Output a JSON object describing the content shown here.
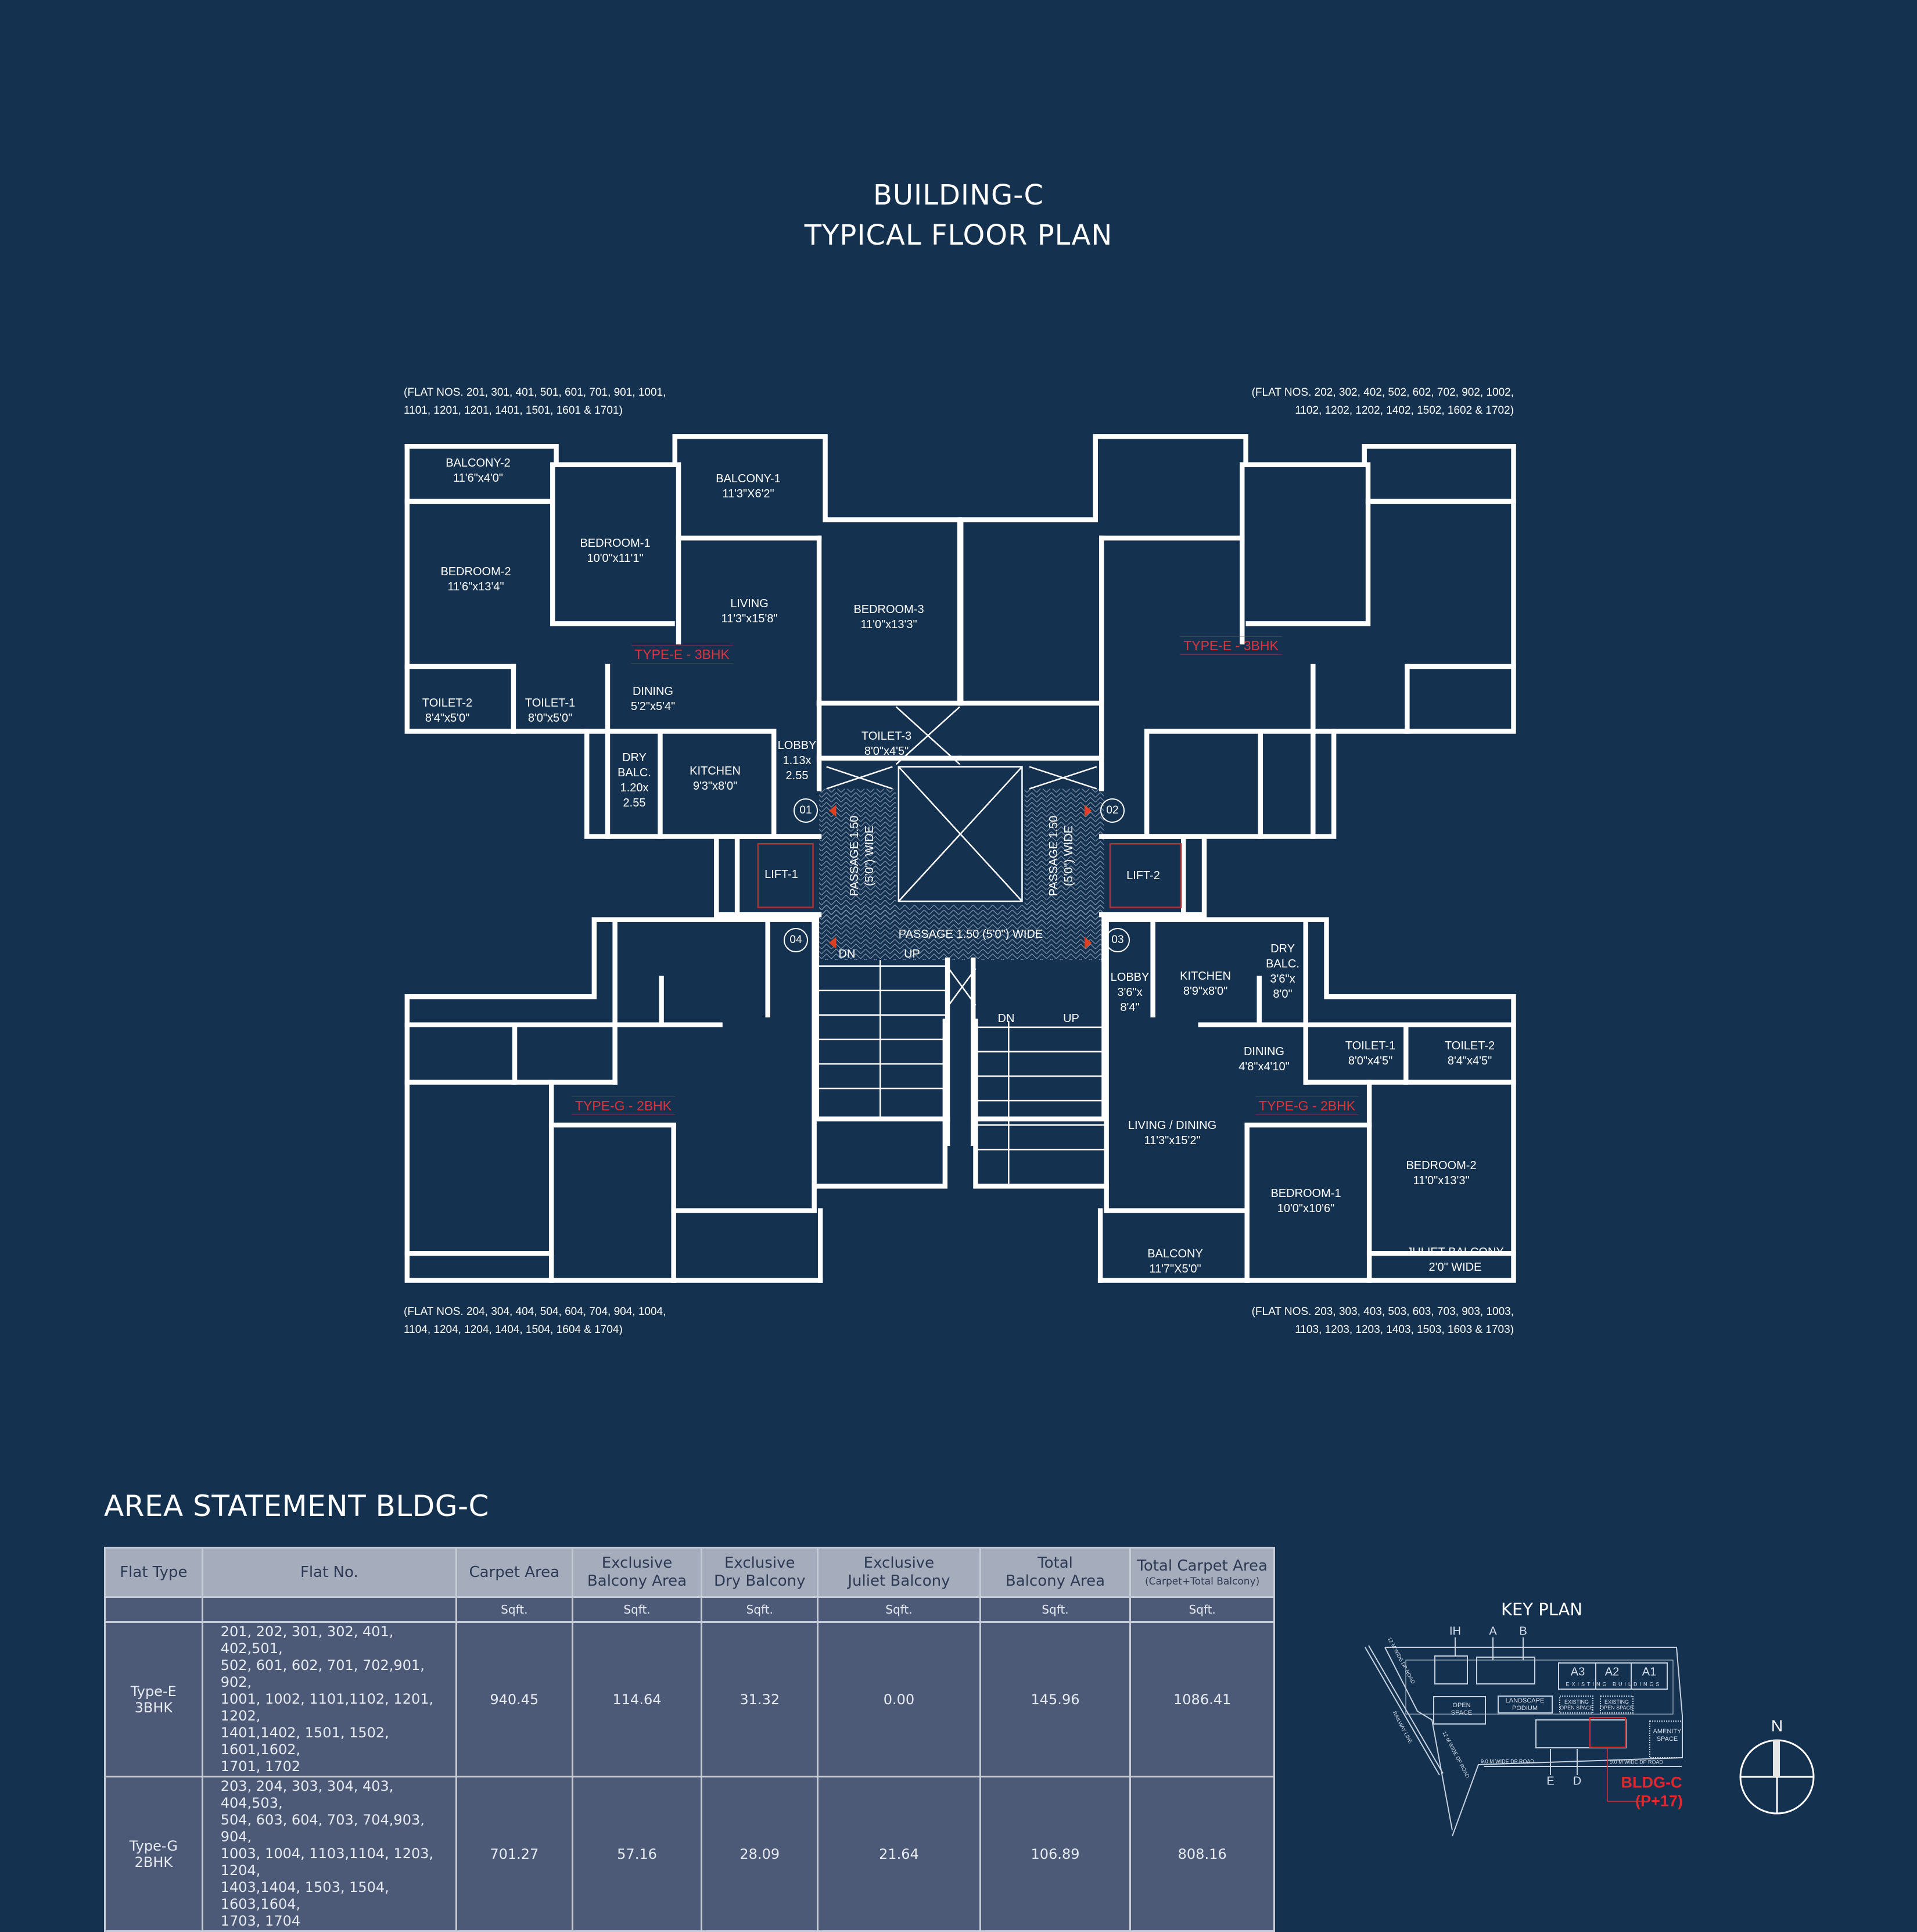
{
  "header": {
    "line1": "BUILDING-C",
    "line2": "TYPICAL FLOOR PLAN"
  },
  "floor_plan": {
    "units": [
      {
        "type_label": "TYPE-E - 3BHK",
        "flat_nos": "(FLAT NOS. 201, 301, 401, 501, 601, 701, 901, 1001,\n1101, 1201, 1201, 1401, 1501, 1601 & 1701)",
        "rooms": [
          {
            "name": "BALCONY-2",
            "size": "11'6\"x4'0\""
          },
          {
            "name": "BEDROOM-1",
            "size": "10'0\"x11'1\""
          },
          {
            "name": "BALCONY-1",
            "size": "11'3\"X6'2\""
          },
          {
            "name": "BEDROOM-2",
            "size": "11'6\"x13'4\""
          },
          {
            "name": "LIVING",
            "size": "11'3\"x15'8\""
          },
          {
            "name": "BEDROOM-3",
            "size": "11'0\"x13'3\""
          },
          {
            "name": "TOILET-2",
            "size": "8'4\"x5'0\""
          },
          {
            "name": "TOILET-1",
            "size": "8'0\"x5'0\""
          },
          {
            "name": "DINING",
            "size": "5'2\"x5'4\""
          },
          {
            "name": "DRY\nBALC.",
            "size": "1.20x\n2.55"
          },
          {
            "name": "KITCHEN",
            "size": "9'3\"x8'0\""
          },
          {
            "name": "TOILET-3",
            "size": "8'0\"x4'5\""
          },
          {
            "name": "LOBBY",
            "size": "1.13x\n2.55"
          }
        ]
      },
      {
        "type_label": "TYPE-E - 3BHK",
        "flat_nos": "(FLAT NOS. 202, 302, 402, 502, 602, 702, 902, 1002,\n1102, 1202, 1202, 1402, 1502, 1602 & 1702)",
        "rooms": []
      },
      {
        "type_label": "TYPE-G - 2BHK",
        "flat_nos": "(FLAT NOS. 204, 304, 404, 504, 604, 704, 904, 1004,\n1104, 1204, 1204, 1404, 1504, 1604 & 1704)",
        "rooms": []
      },
      {
        "type_label": "TYPE-G - 2BHK",
        "flat_nos": "(FLAT NOS. 203, 303, 403, 503, 603, 703, 903, 1003,\n1103, 1203, 1203, 1403, 1503, 1603 & 1703)",
        "rooms": [
          {
            "name": "LOBBY",
            "size": "3'6\"x\n8'4\""
          },
          {
            "name": "KITCHEN",
            "size": "8'9\"x8'0\""
          },
          {
            "name": "DRY\nBALC.",
            "size": "3'6\"x\n8'0\""
          },
          {
            "name": "DINING",
            "size": "4'8\"x4'10\""
          },
          {
            "name": "TOILET-1",
            "size": "8'0\"x4'5\""
          },
          {
            "name": "TOILET-2",
            "size": "8'4\"x4'5\""
          },
          {
            "name": "LIVING / DINING",
            "size": "11'3\"x15'2\""
          },
          {
            "name": "BEDROOM-1",
            "size": "10'0\"x10'6\""
          },
          {
            "name": "BEDROOM-2",
            "size": "11'0\"x13'3\""
          },
          {
            "name": "BALCONY",
            "size": "11'7\"X5'0\""
          },
          {
            "name": "JULIET BALCONY",
            "size": "2'0\" WIDE"
          }
        ]
      }
    ],
    "core": {
      "lifts": [
        "LIFT-1",
        "LIFT-2"
      ],
      "passage_vertical": "PASSAGE 1.50\n(5'0\") WIDE",
      "passage_horizontal": "PASSAGE 1.50 (5'0\") WIDE",
      "doors": [
        "01",
        "02",
        "03",
        "04"
      ],
      "stairs": [
        "DN",
        "UP",
        "DN",
        "UP"
      ]
    },
    "colors": {
      "background": "#14314f",
      "walls": "#ffffff",
      "type_label": "#e0333b"
    }
  },
  "area_statement": {
    "title": "AREA STATEMENT BLDG-C",
    "columns": [
      "Flat Type",
      "Flat No.",
      "Carpet Area",
      "Exclusive\nBalcony Area",
      "Exclusive\nDry Balcony",
      "Exclusive\nJuliet Balcony",
      "Total\nBalcony Area",
      "Total Carpet Area"
    ],
    "last_column_note": "(Carpet+Total Balcony)",
    "unit": "Sqft.",
    "rows": [
      {
        "flat_type": "Type-E\n3BHK",
        "flat_no": "201, 202, 301, 302, 401, 402,501,\n502, 601, 602, 701, 702,901, 902,\n1001, 1002, 1101,1102, 1201, 1202,\n1401,1402, 1501, 1502, 1601,1602,\n1701, 1702",
        "carpet": "940.45",
        "balcony": "114.64",
        "dry": "31.32",
        "juliet": "0.00",
        "total_balcony": "145.96",
        "total_carpet": "1086.41"
      },
      {
        "flat_type": "Type-G\n2BHK",
        "flat_no": "203, 204, 303, 304, 403, 404,503,\n504, 603, 604, 703, 704,903, 904,\n1003, 1004, 1103,1104, 1203, 1204,\n1403,1404, 1503, 1504, 1603,1604,\n1703, 1704",
        "carpet": "701.27",
        "balcony": "57.16",
        "dry": "28.09",
        "juliet": "21.64",
        "total_balcony": "106.89",
        "total_carpet": "808.16"
      }
    ]
  },
  "key_plan": {
    "title": "KEY PLAN",
    "building_markers": [
      "IH",
      "A",
      "B",
      "E",
      "D"
    ],
    "existing": [
      "A3",
      "A2",
      "A1"
    ],
    "existing_label": "EXISTING BUILDINGS",
    "landscape": "LANDSCAPE\nPODIUM",
    "existing_open_space": "EXISTING\nOPEN SPACE",
    "open_space": "OPEN\nSPACE",
    "amenity": "AMENITY\nSPACE",
    "road_9m": "9.0 M WIDE DP ROAD",
    "road_12m": "12 M WIDE DP ROAD",
    "railway": "RAILWAY LINE",
    "highlight": "BLDG-C",
    "highlight_sub": "(P+17)",
    "highlight_color": "#e0282f",
    "north": "N"
  }
}
